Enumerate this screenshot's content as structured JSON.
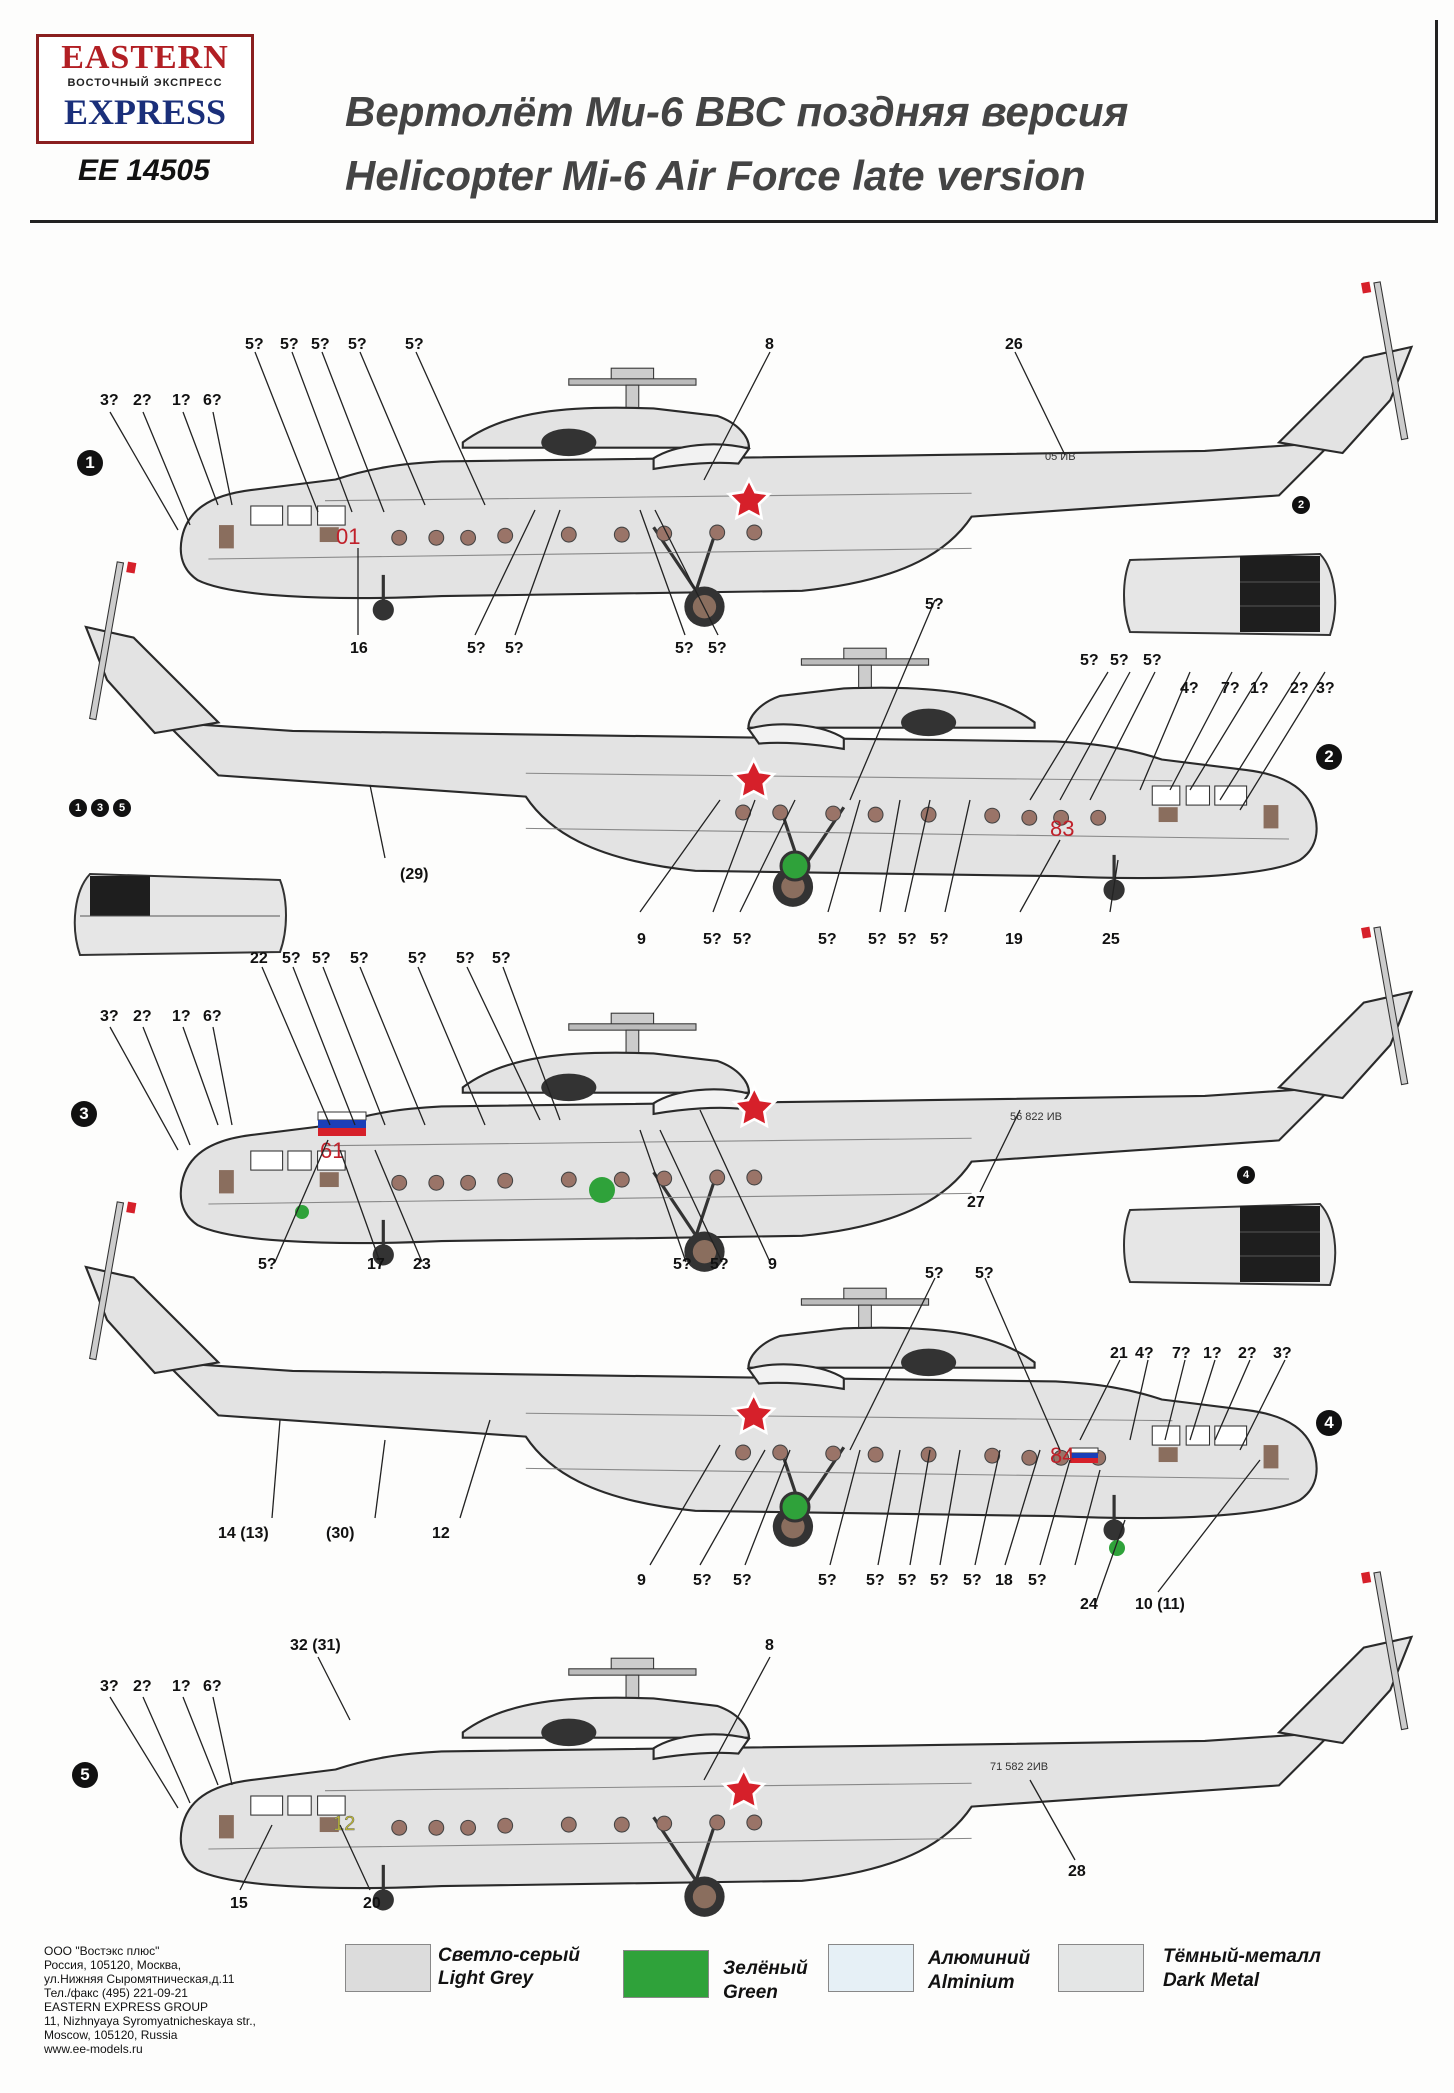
{
  "header": {
    "logo_line1": "EASTERN",
    "logo_line2": "ВОСТОЧНЫЙ ЭКСПРЕСС",
    "logo_line3": "EXPRESS",
    "product_code": "EE 14505",
    "title_ru": "Вертолёт Ми-6 ВВС поздняя версия",
    "title_en": "Helicopter  Mi-6 Air Force late version"
  },
  "profiles": [
    {
      "id": "1",
      "side_number": "01",
      "serial": "05 ИВ"
    },
    {
      "id": "2",
      "side_number": "83"
    },
    {
      "id": "3",
      "side_number": "61",
      "serial": "56 822 ИВ"
    },
    {
      "id": "4",
      "side_number": "84"
    },
    {
      "id": "5",
      "side_number": "12",
      "serial": "71 582 2ИВ"
    }
  ],
  "callouts": {
    "p1_top": [
      "3?",
      "2?",
      "1?",
      "6?",
      "5?",
      "5?",
      "5?",
      "5?",
      "5?",
      "8",
      "26"
    ],
    "p1_bottom": [
      "16",
      "5?",
      "5?",
      "5?",
      "5?"
    ],
    "p2_top": [
      "5?",
      "5?",
      "5?",
      "5?",
      "4?",
      "7?",
      "1?",
      "2?",
      "3?"
    ],
    "p2_bottom": [
      "(29)",
      "9",
      "5?",
      "5?",
      "5?",
      "5?",
      "5?",
      "5?",
      "19",
      "25"
    ],
    "p3_top": [
      "3?",
      "2?",
      "1?",
      "6?",
      "22",
      "5?",
      "5?",
      "5?",
      "5?",
      "5?",
      "5?"
    ],
    "p3_bottom": [
      "5?",
      "17",
      "23",
      "5?",
      "5?",
      "9",
      "27"
    ],
    "p4_top": [
      "5?",
      "5?",
      "21",
      "4?",
      "7?",
      "1?",
      "2?",
      "3?"
    ],
    "p4_bottom": [
      "14 (13)",
      "(30)",
      "12",
      "9",
      "5?",
      "5?",
      "5?",
      "5?",
      "5?",
      "5?",
      "5?",
      "18",
      "5?",
      "24",
      "10 (11)"
    ],
    "p5_top": [
      "3?",
      "2?",
      "1?",
      "6?",
      "32 (31)",
      "8"
    ],
    "p5_bottom": [
      "15",
      "20",
      "28"
    ]
  },
  "small_markers": {
    "blade_right_1": "2",
    "blade_left": [
      "1",
      "3",
      "5"
    ],
    "blade_right_2": "4"
  },
  "legend": [
    {
      "ru": "Светло-серый",
      "en": "Light Grey",
      "color": "#dcdcdc"
    },
    {
      "ru": "Зелёный",
      "en": "Green",
      "color": "#2fa23a"
    },
    {
      "ru": "Алюминий",
      "en": "Alminium",
      "color": "#e6f0f6"
    },
    {
      "ru": "Тёмный-металл",
      "en": "Dark Metal",
      "color": "#e4e6e6"
    }
  ],
  "address": "ООО \"Востэкс плюс\"\nРоссия, 105120, Москва,\nул.Нижняя Сыромятническая,д.11\nТел./факс (495) 221-09-21\nEASTERN EXPRESS GROUP\n11, Nizhnyaya Syromyatnicheskaya str.,\nMoscow, 105120, Russia\nwww.ee-models.ru",
  "colors": {
    "hull": "#e3e3e3",
    "outline": "#2a2a2a",
    "star": "#d6202a",
    "side_number": "#c0202a",
    "porthole": "#9a7468",
    "wheel_hub": "#2fa23a",
    "flag_white": "#ffffff",
    "flag_blue": "#1b3fb8",
    "flag_red": "#d6202a"
  }
}
